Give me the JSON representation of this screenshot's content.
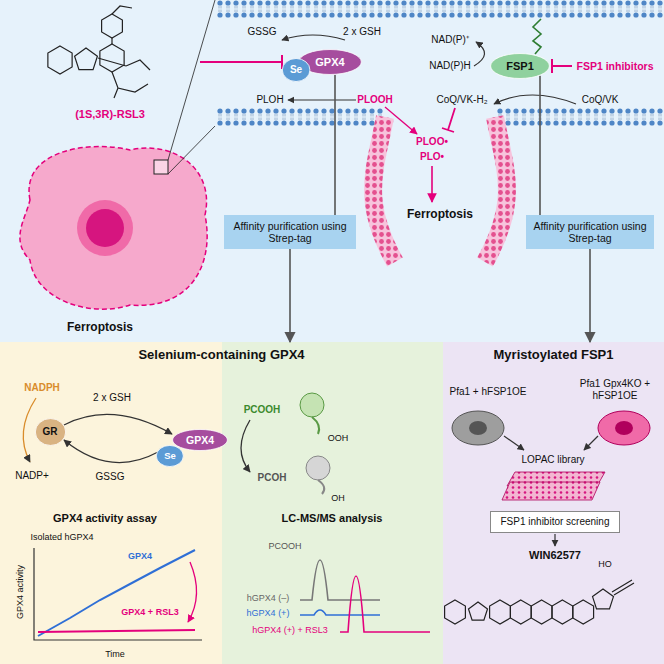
{
  "diagram": {
    "nodes": [
      {
        "text": [
          "GPX4"
        ]
      },
      {
        "text": [
          "Se"
        ]
      },
      {
        "text": [
          "FSP1"
        ]
      },
      {
        "text": [
          "Affinity purification using Strep-tag"
        ]
      },
      {
        "text": [
          "Affinity purification using Strep-tag"
        ]
      },
      {
        "text": [
          "Selenium-containing GPX4"
        ]
      },
      {
        "text": [
          "GR"
        ],
        "in": 5
      },
      {
        "text": [
          "GPX4"
        ],
        "in": 5
      },
      {
        "text": [
          "Se"
        ],
        "in": 5
      },
      {
        "text": [
          "Myristoylated FSP1"
        ]
      },
      {
        "text": [
          "FSP1 inhibitor screening"
        ],
        "in": 9
      }
    ],
    "edges": [
      {
        "from": 0,
        "to": 3,
        "arrow": "none"
      },
      {
        "from": 3,
        "to": 5,
        "arrow": "to"
      },
      {
        "from": 2,
        "to": 4,
        "arrow": "none"
      },
      {
        "from": 4,
        "to": 9,
        "arrow": "to"
      }
    ],
    "labels": [
      "(1S,3R)-RSL3",
      "GSSG",
      "2 x GSH",
      "PLOH",
      "PLOOH",
      "NAD(P)⁺",
      "NAD(P)H",
      "FSP1 inhibitors",
      "CoQ/VK-H₂",
      "CoQ/VK",
      "PLOO•",
      "PLO•",
      "Ferroptosis",
      "Ferroptosis",
      "NADPH",
      "NADP+",
      "2 x GSH",
      "GSSG",
      "PCOOH",
      "OOH",
      "PCOH",
      "OH",
      "GPX4 activity assay",
      "Isolated hGPX4",
      "GPX4 activity",
      "Time",
      "GPX4",
      "GPX4 + RSL3",
      "LC-MS/MS analysis",
      "PCOOH",
      "hGPX4 (–)",
      "hGPX4 (+)",
      "hGPX4 (+) + RSL3",
      "Pfa1 + hFSP1OE",
      "Pfa1 Gpx4KO + hFSP1OE",
      "LOPAC library",
      "WIN62577",
      "HO"
    ]
  }
}
